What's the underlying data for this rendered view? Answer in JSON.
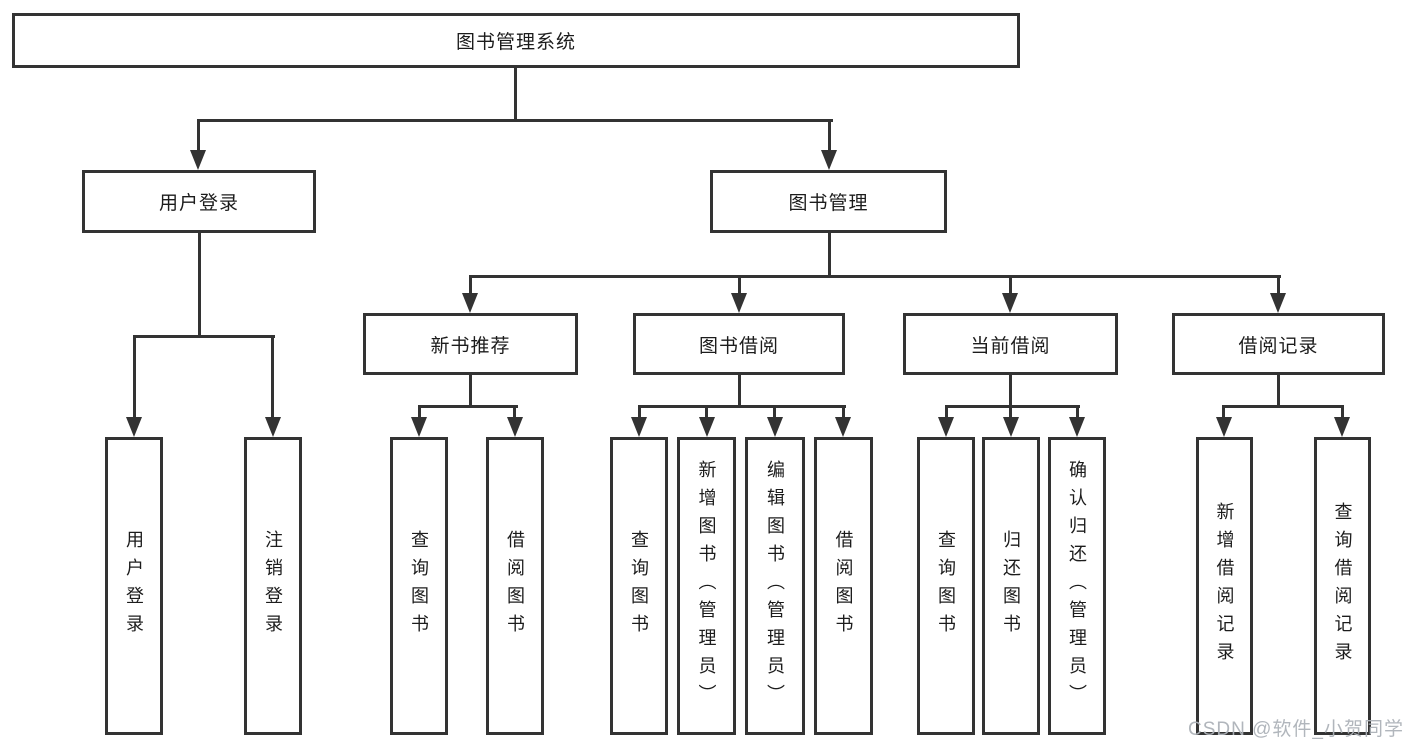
{
  "diagram": {
    "type": "tree",
    "line_color": "#333333",
    "box_border_color": "#333333",
    "text_color": "#1c1c1c",
    "watermark": "CSDN @软件_小贺同学",
    "watermark_color": "#adb2b8",
    "root": {
      "label": "图书管理系统"
    },
    "level2": [
      {
        "label": "用户登录",
        "children": [
          "用户登录",
          "注销登录"
        ]
      },
      {
        "label": "图书管理"
      }
    ],
    "level3": [
      {
        "label": "新书推荐",
        "children": [
          "查询图书",
          "借阅图书"
        ]
      },
      {
        "label": "图书借阅",
        "children": [
          "查询图书",
          "新增图书（管理员）",
          "编辑图书（管理员）",
          "借阅图书"
        ]
      },
      {
        "label": "当前借阅",
        "children": [
          "查询图书",
          "归还图书",
          "确认归还（管理员）"
        ]
      },
      {
        "label": "借阅记录",
        "children": [
          "新增借阅记录",
          "查询借阅记录"
        ]
      }
    ]
  }
}
